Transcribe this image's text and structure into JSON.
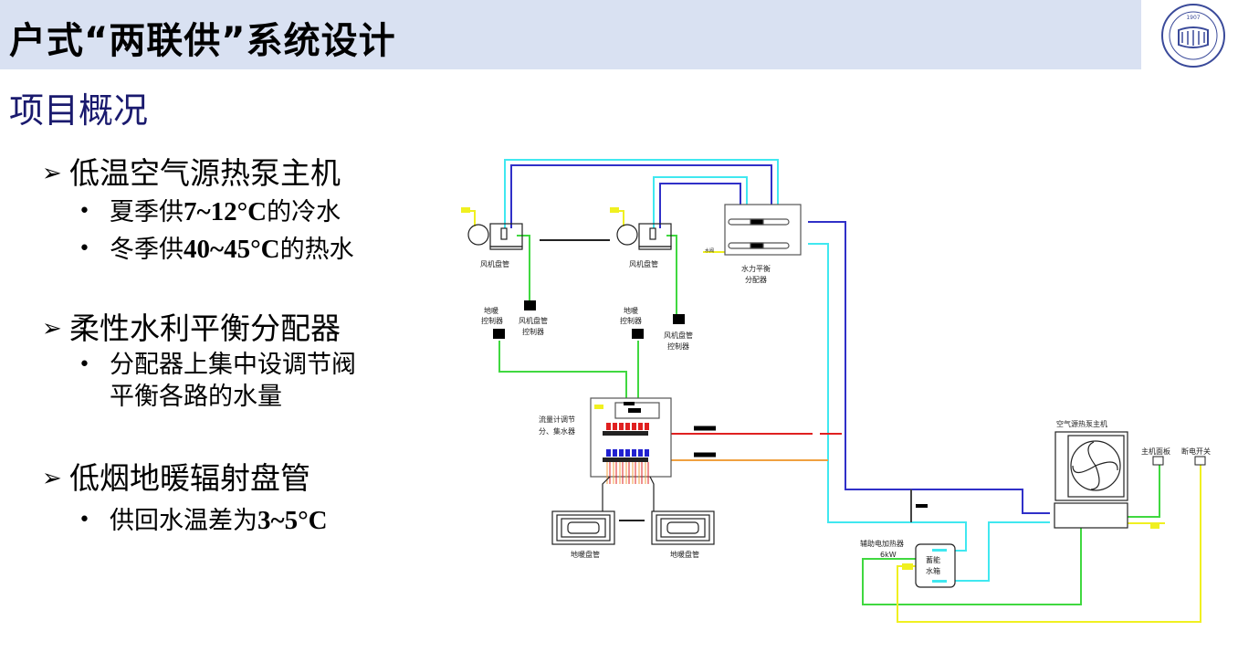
{
  "header": {
    "title": "户式“两联供”系统设计",
    "background_color": "#d9e1f2",
    "logo": {
      "name": "tongji-university-logo",
      "year": "1907",
      "text": "TONGJI UNIVERSITY"
    }
  },
  "subtitle": "项目概况",
  "subtitle_color": "#1a1a6e",
  "sections": [
    {
      "heading": "低温空气源热泵主机",
      "items": [
        {
          "prefix": "夏季供",
          "value": "7~12°C",
          "suffix": "的冷水"
        },
        {
          "prefix": "冬季供",
          "value": "40~45°C",
          "suffix": "的热水"
        }
      ]
    },
    {
      "heading": "柔性水利平衡分配器",
      "items": [
        {
          "line1": "分配器上集中设调节阀",
          "line2": "平衡各路的水量"
        }
      ]
    },
    {
      "heading": "低烟地暖辐射盘管",
      "items": [
        {
          "prefix": "供回水温差为",
          "value": "3~5°C",
          "suffix": ""
        }
      ]
    }
  ],
  "bullet_glyph": "➢",
  "sub_bullet_glyph": "•",
  "diagram": {
    "labels": {
      "fan_coil_1": "风机盘管",
      "fan_coil_2": "风机盘管",
      "hydraulic_balance_l1": "水力平衡",
      "hydraulic_balance_l2": "分配器",
      "dual_ctrl_1_l1": "地暖",
      "dual_ctrl_1_l2": "控制器",
      "fan_ctrl_1_l1": "风机盘管",
      "fan_ctrl_1_l2": "控制器",
      "dual_ctrl_2_l1": "地暖",
      "dual_ctrl_2_l2": "控制器",
      "fan_ctrl_2_l1": "风机盘管",
      "fan_ctrl_2_l2": "控制器",
      "manifold_l1": "流量计调节",
      "manifold_l2": "分、集水器",
      "floor_coil_1": "地暖盘管",
      "floor_coil_2": "地暖盘管",
      "heat_pump": "空气源热泵主机",
      "host_panel": "主机面板",
      "power_switch": "断电开关",
      "aux_heater_l1": "辅助电加热器",
      "aux_heater_l2": "6kW",
      "tank_l1": "蓄能",
      "tank_l2": "水箱",
      "small_tag": "水阀"
    },
    "colors": {
      "supply_blue": "#3030c8",
      "return_cyan": "#40e8f0",
      "control_green": "#40d840",
      "power_yellow": "#f0f020",
      "hot_red": "#e02020",
      "warm_orange": "#f0a040",
      "outline": "#222222"
    }
  }
}
